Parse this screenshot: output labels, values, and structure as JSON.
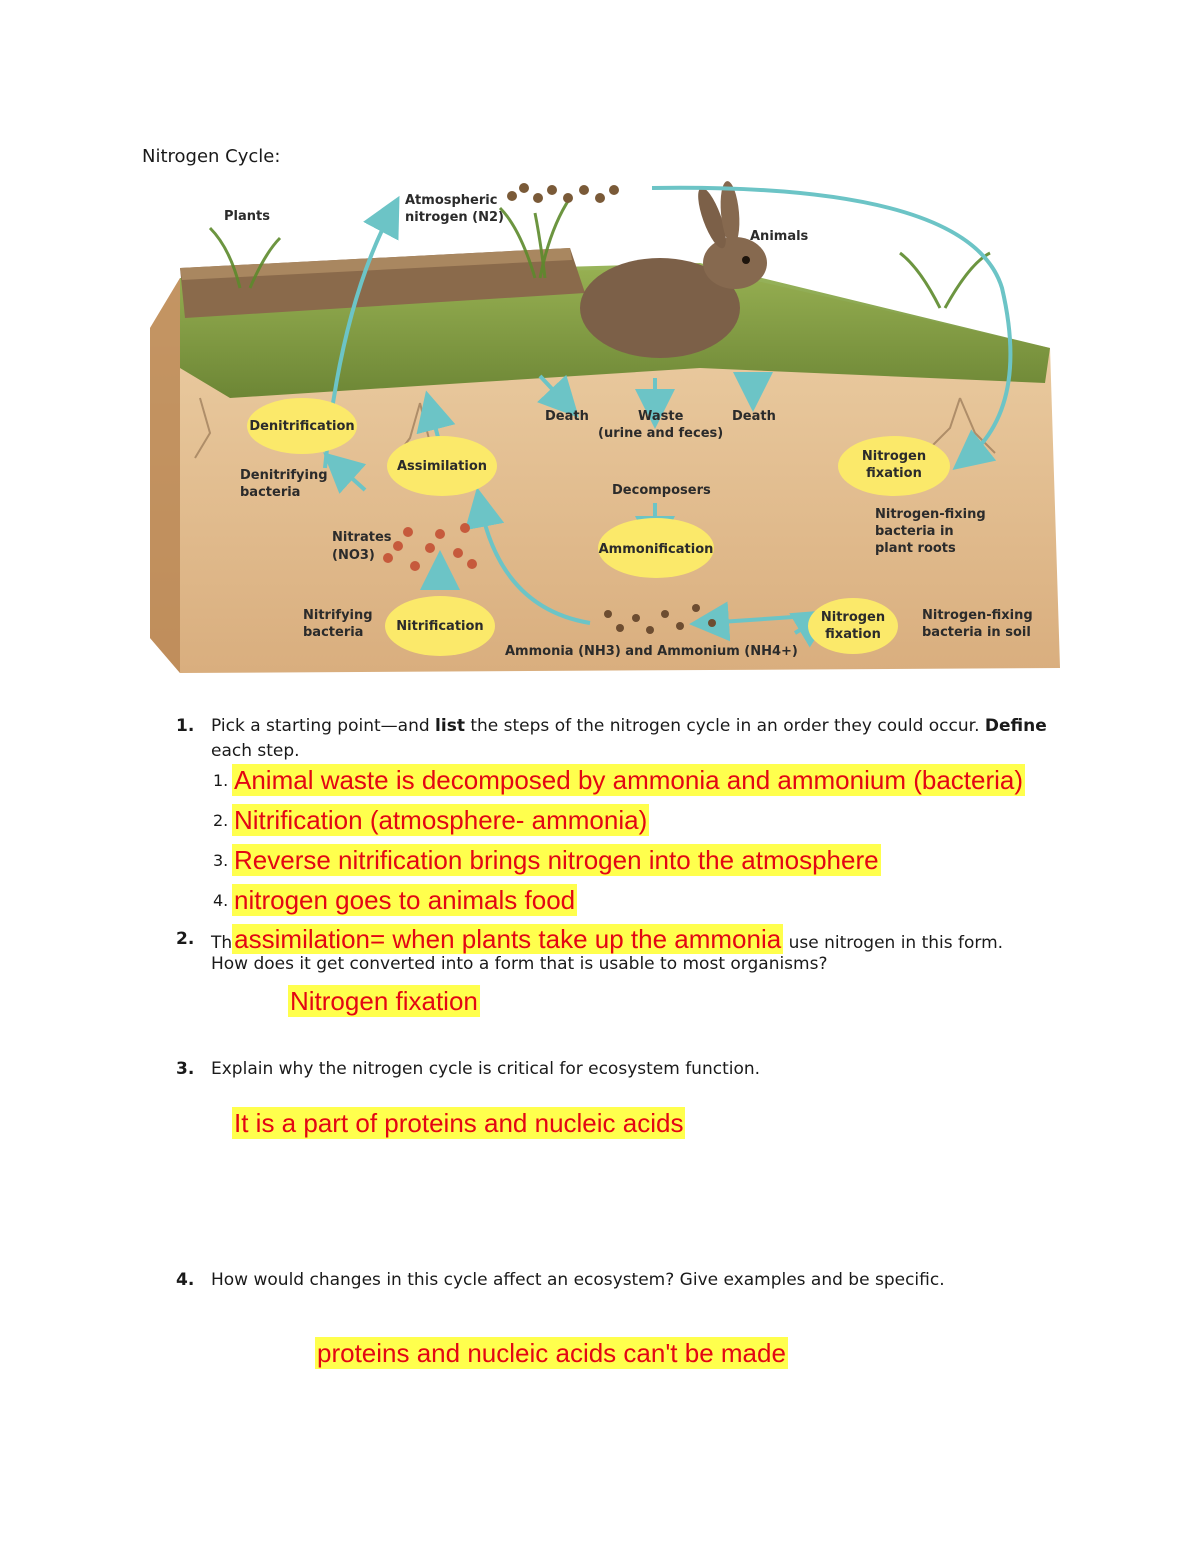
{
  "title": "Nitrogen Cycle:",
  "diagram": {
    "labels": {
      "plants": "Plants",
      "atmospheric_1": "Atmospheric",
      "atmospheric_2": "nitrogen (N2)",
      "animals": "Animals",
      "death_left": "Death",
      "waste_1": "Waste",
      "waste_2": "(urine and feces)",
      "death_right": "Death",
      "decomposers": "Decomposers",
      "denitrifying_1": "Denitrifying",
      "denitrifying_2": "bacteria",
      "nitrates_1": "Nitrates",
      "nitrates_2": "(NO3)",
      "nitrifying_1": "Nitrifying",
      "nitrifying_2": "bacteria",
      "ammonia": "Ammonia (NH3) and Ammonium (NH4+)",
      "nfb_roots_1": "Nitrogen-fixing",
      "nfb_roots_2": "bacteria in",
      "nfb_roots_3": "plant roots",
      "nfb_soil_1": "Nitrogen-fixing",
      "nfb_soil_2": "bacteria in soil"
    },
    "ovals": {
      "denitrification": "Denitrification",
      "assimilation": "Assimilation",
      "nitrification": "Nitrification",
      "ammonification": "Ammonification",
      "fixation_top_1": "Nitrogen",
      "fixation_top_2": "fixation",
      "fixation_bottom_1": "Nitrogen",
      "fixation_bottom_2": "fixation"
    },
    "colors": {
      "arrow": "#6cc4c6",
      "oval": "#fbe96a",
      "soil": "#e7c39a"
    }
  },
  "questions": [
    {
      "number": "1.",
      "text_a": "Pick a starting point—and ",
      "bold_a": "list",
      "text_b": " the steps of the nitrogen cycle in an order they could occur. ",
      "bold_b": "Define",
      "text_c": "each step.",
      "answers": [
        {
          "num": "1.",
          "text": "Animal waste is decomposed by ammonia and ammonium (bacteria)"
        },
        {
          "num": "2.",
          "text": "Nitrification (atmosphere- ammonia)"
        },
        {
          "num": "3.",
          "text": "Reverse nitrification brings nitrogen into the atmosphere"
        },
        {
          "num": "4.",
          "text": "nitrogen goes to animals food"
        }
      ]
    },
    {
      "number": "2.",
      "prefix": "Th",
      "inline_answer": "assimilation= when plants take up the ammonia",
      "suffix": " use nitrogen in this form.",
      "line2": "How does it get converted into a form that is usable to most organisms?",
      "answer": "Nitrogen fixation"
    },
    {
      "number": "3.",
      "text": "Explain why the nitrogen cycle is critical for ecosystem function.",
      "answer": "It is a part of proteins and nucleic acids"
    },
    {
      "number": "4.",
      "text": "How would changes in this cycle affect an ecosystem? Give examples and be specific.",
      "answer": "proteins and nucleic acids can't be made"
    }
  ]
}
